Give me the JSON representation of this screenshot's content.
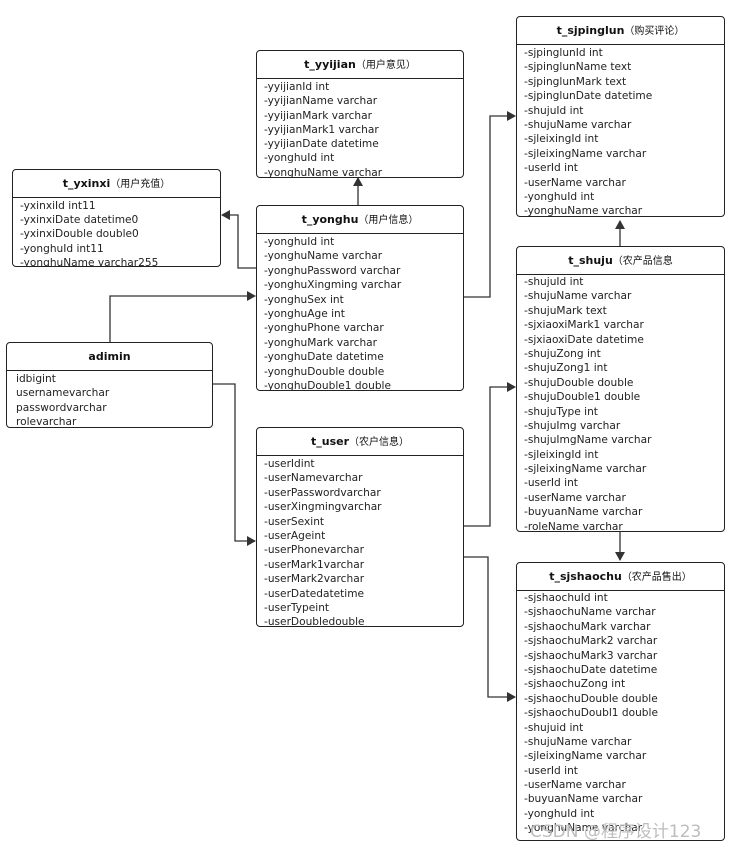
{
  "tables": {
    "t_yxinxi": {
      "name": "t_yxinxi",
      "comment": "（用户充值）",
      "fields": [
        "-yxinxiId int11",
        "-yxinxiDate datetime0",
        "-yxinxiDouble double0",
        "-yonghuId int11",
        "-yonghuName varchar255"
      ]
    },
    "t_yyijian": {
      "name": "t_yyijian",
      "comment": "（用户意见）",
      "fields": [
        "-yyijianId int",
        "-yyijianName varchar",
        "-yyijianMark varchar",
        "-yyijianMark1 varchar",
        "-yyijianDate datetime",
        "-yonghuId int",
        "-yonghuName varchar"
      ]
    },
    "t_yonghu": {
      "name": "t_yonghu",
      "comment": "（用户信息）",
      "fields": [
        "-yonghuId int",
        "-yonghuName varchar",
        "-yonghuPassword varchar",
        "-yonghuXingming varchar",
        "-yonghuSex int",
        "-yonghuAge int",
        "-yonghuPhone varchar",
        "-yonghuMark varchar",
        "-yonghuDate datetime",
        "-yonghuDouble double",
        "-yonghuDouble1 double"
      ]
    },
    "adimin": {
      "name": "adimin",
      "comment": "",
      "fields": [
        "idbigint",
        "usernamevarchar",
        "passwordvarchar",
        "rolevarchar"
      ]
    },
    "t_user": {
      "name": "t_user",
      "comment": "（农户信息）",
      "fields": [
        "-userIdint",
        "-userNamevarchar",
        "-userPasswordvarchar",
        "-userXingmingvarchar",
        "-userSexint",
        "-userAgeint",
        "-userPhonevarchar",
        "-userMark1varchar",
        "-userMark2varchar",
        "-userDatedatetime",
        "-userTypeint",
        "-userDoubledouble"
      ]
    },
    "t_sjpinglun": {
      "name": "t_sjpinglun",
      "comment": "（购买评论）",
      "fields": [
        "-sjpinglunId int",
        "-sjpinglunName text",
        "-sjpinglunMark text",
        "-sjpinglunDate datetime",
        "-shujuId int",
        "-shujuName varchar",
        "-sjleixingId int",
        "-sjleixingName varchar",
        "-userId int",
        "-userName varchar",
        "-yonghuId int",
        "-yonghuName varchar"
      ]
    },
    "t_shuju": {
      "name": "t_shuju",
      "comment": "（农产品信息",
      "fields": [
        "-shujuId int",
        "-shujuName varchar",
        "-shujuMark text",
        "-sjxiaoxiMark1 varchar",
        "-sjxiaoxiDate datetime",
        "-shujuZong int",
        "-shujuZong1 int",
        "-shujuDouble double",
        "-shujuDouble1 double",
        "-shujuType int",
        "-shujuImg varchar",
        "-shujuImgName varchar",
        "-sjleixingId int",
        "-sjleixingName varchar",
        "-userId int",
        "-userName varchar",
        "-buyuanName varchar",
        "-roleName varchar"
      ]
    },
    "t_sjshaochu": {
      "name": "t_sjshaochu",
      "comment": "（农产品售出）",
      "fields": [
        "-sjshaochuId int",
        "-sjshaochuName varchar",
        "-sjshaochuMark varchar",
        "-sjshaochuMark2 varchar",
        "-sjshaochuMark3 varchar",
        "-sjshaochuDate datetime",
        "-sjshaochuZong int",
        "-sjshaochuDouble double",
        "-sjshaochuDoubl1     double",
        "-shujuid int",
        "-shujuName varchar",
        "-sjleixingName varchar",
        "-userId int",
        "-userName varchar",
        "-buyuanName varchar",
        "-yonghuId int",
        "-yonghuName varchar"
      ]
    }
  },
  "watermark": "CSDN @程序设计123",
  "colors": {
    "line": "#333333",
    "border": "#222222",
    "text": "#222222",
    "watermark": "#bdbdbd"
  }
}
